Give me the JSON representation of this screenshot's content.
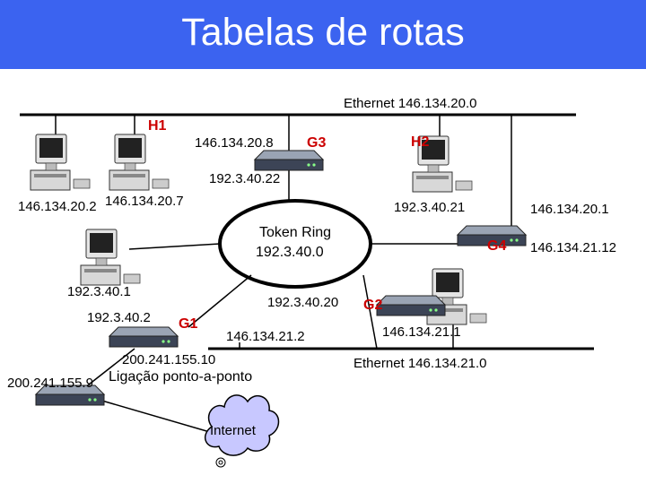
{
  "title": "Tabelas de rotas",
  "colors": {
    "header_bg": "#3b63f0",
    "title_text": "#ffffff",
    "node_label": "#cc0000",
    "cloud_fill": "#c8c8ff"
  },
  "networks": {
    "eth_top": "Ethernet 146.134.20.0",
    "eth_bottom": "Ethernet 146.134.21.0",
    "token_ring_line1": "Token Ring",
    "token_ring_line2": "192.3.40.0",
    "ptp": "Ligação ponto-a-ponto",
    "internet": "Internet"
  },
  "nodes": {
    "h1": "H1",
    "h2": "H2",
    "g1": "G1",
    "g2": "G2",
    "g3": "G3",
    "g4": "G4"
  },
  "addresses": {
    "a1": "146.134.20.8",
    "a2": "192.3.40.22",
    "a3": "146.134.20.2",
    "a4": "146.134.20.7",
    "a5": "192.3.40.21",
    "a6": "146.134.20.1",
    "a7": "146.134.21.12",
    "a8": "192.3.40.1",
    "a9": "192.3.40.20",
    "a10": "192.3.40.2",
    "a11": "146.134.21.2",
    "a12": "146.134.21.1",
    "a13": "200.241.155.10",
    "a14": "200.241.155.9"
  }
}
